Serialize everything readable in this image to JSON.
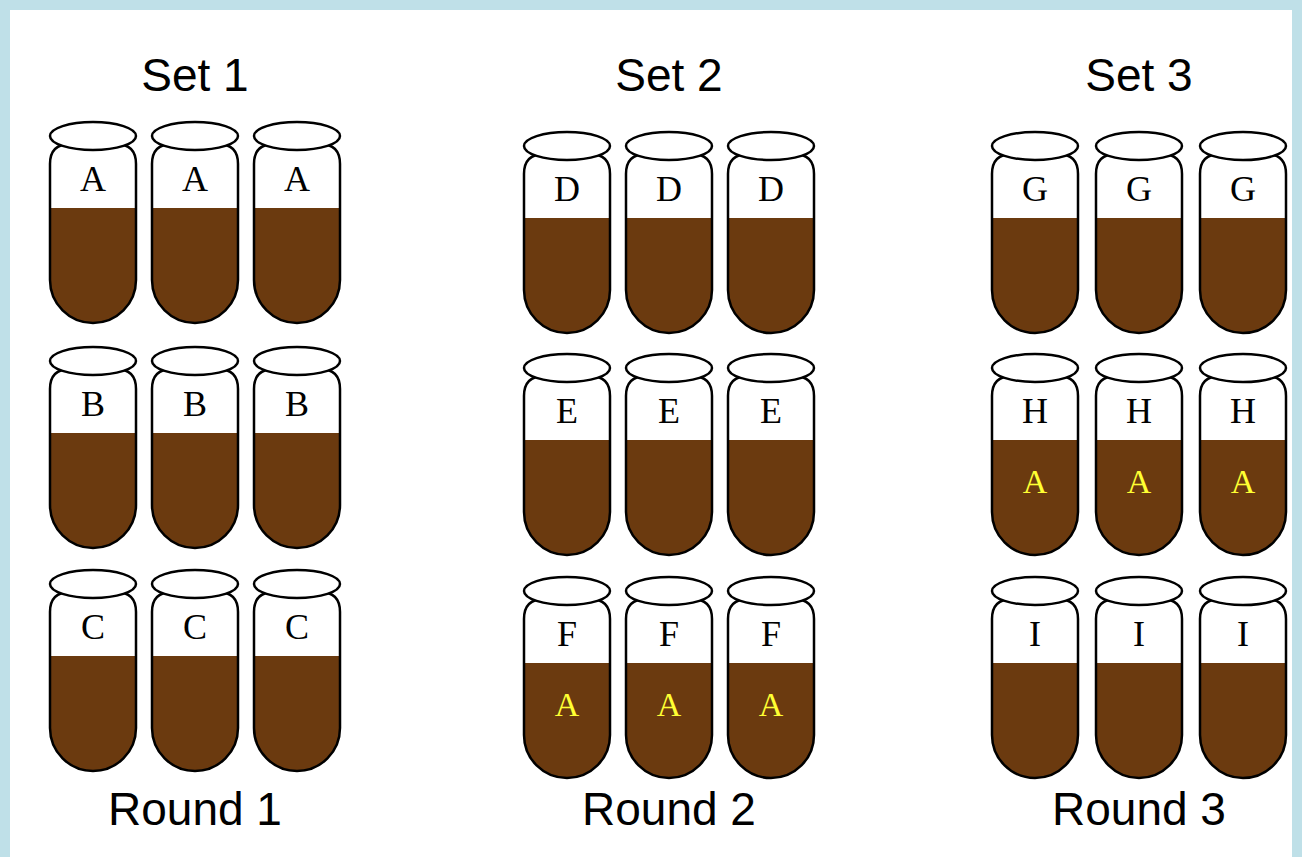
{
  "diagram": {
    "nodes": [
      {
        "text": [
          "A"
        ]
      },
      {
        "text": [
          "A"
        ]
      },
      {
        "text": [
          "A"
        ]
      },
      {
        "text": [
          "B"
        ]
      },
      {
        "text": [
          "B"
        ]
      },
      {
        "text": [
          "B"
        ]
      },
      {
        "text": [
          "C"
        ]
      },
      {
        "text": [
          "C"
        ]
      },
      {
        "text": [
          "C"
        ]
      },
      {
        "text": [
          "D"
        ]
      },
      {
        "text": [
          "D"
        ]
      },
      {
        "text": [
          "D"
        ]
      },
      {
        "text": [
          "E"
        ]
      },
      {
        "text": [
          "E"
        ]
      },
      {
        "text": [
          "E"
        ]
      },
      {
        "text": [
          "F",
          "A"
        ]
      },
      {
        "text": [
          "F",
          "A"
        ]
      },
      {
        "text": [
          "F",
          "A"
        ]
      },
      {
        "text": [
          "G"
        ]
      },
      {
        "text": [
          "G"
        ]
      },
      {
        "text": [
          "G"
        ]
      },
      {
        "text": [
          "H",
          "A"
        ]
      },
      {
        "text": [
          "H",
          "A"
        ]
      },
      {
        "text": [
          "H",
          "A"
        ]
      },
      {
        "text": [
          "I"
        ]
      },
      {
        "text": [
          "I"
        ]
      },
      {
        "text": [
          "I"
        ]
      }
    ],
    "labels": [
      "Set 1",
      "Set 2",
      "Set 3",
      "Round 1",
      "Round 2",
      "Round 3"
    ]
  }
}
